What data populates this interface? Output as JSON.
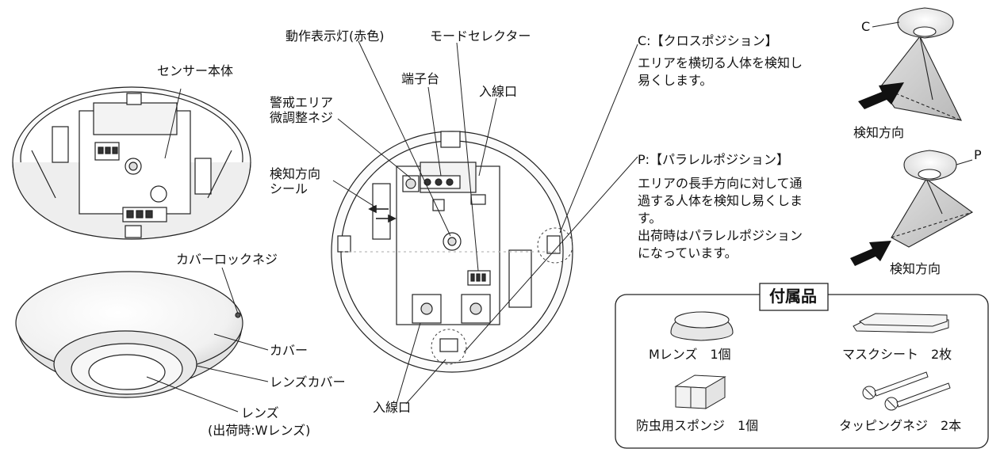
{
  "labels": {
    "sensor_body": "センサー本体",
    "led": "動作表示灯(赤色)",
    "mode_selector": "モードセレクター",
    "terminal": "端子台",
    "entry_top": "入線口",
    "alarm_area_line1": "警戒エリア",
    "alarm_area_line2": "微調整ネジ",
    "direction_seal_line1": "検知方向",
    "direction_seal_line2": "シール",
    "cover_lock": "カバーロックネジ",
    "cover": "カバー",
    "lens_cover": "レンズカバー",
    "lens": "レンズ",
    "lens_note": "(出荷時:Wレンズ)",
    "entry_bottom": "入線口"
  },
  "positions": {
    "c_title": "C:【クロスポジション】",
    "c_desc_line1": "エリアを横切る人体を検知し",
    "c_desc_line2": "易くします。",
    "p_title": "P:【パラレルポジション】",
    "p_desc_line1": "エリアの長手方向に対して通",
    "p_desc_line2": "過する人体を検知し易くしま",
    "p_desc_line3": "す。",
    "p_desc_line4": "出荷時はパラレルポジション",
    "p_desc_line5": "になっています。",
    "c_marker": "C",
    "p_marker": "P",
    "c_direction": "検知方向",
    "p_direction": "検知方向"
  },
  "accessories": {
    "title": "付属品",
    "m_lens": "Mレンズ　1個",
    "mask_sheet": "マスクシート　2枚",
    "sponge": "防虫用スポンジ　1個",
    "screws": "タッピングネジ　2本"
  }
}
